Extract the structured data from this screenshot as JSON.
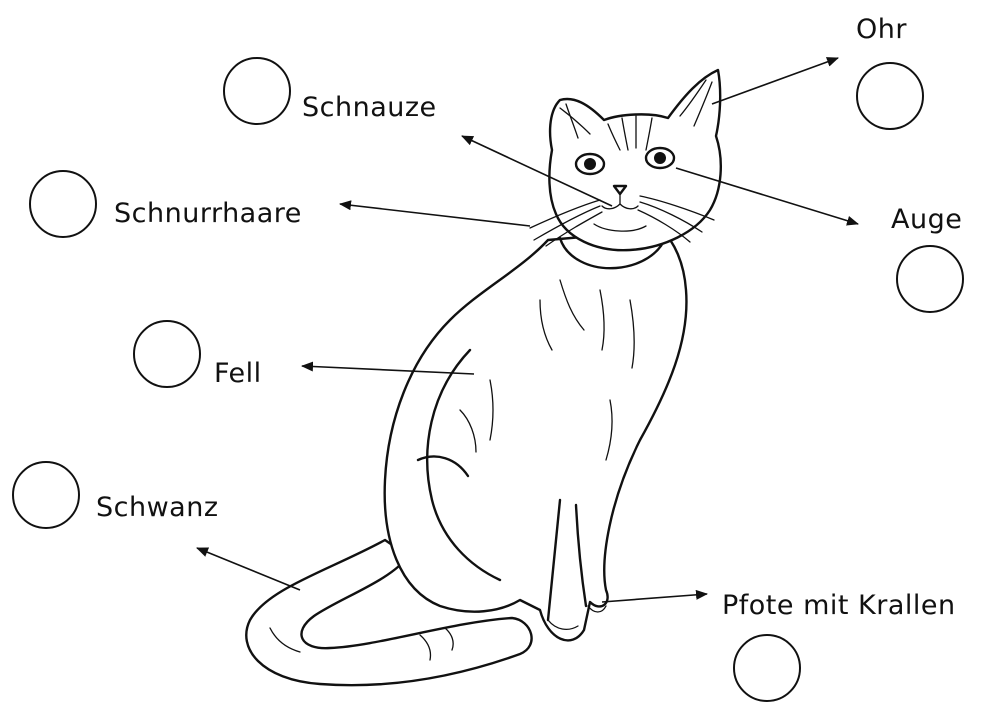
{
  "labels": {
    "ohr": "Ohr",
    "schnauze": "Schnauze",
    "auge": "Auge",
    "schnurrhaare": "Schnurrhaare",
    "fell": "Fell",
    "schwanz": "Schwanz",
    "pfote": "Pfote mit Krallen"
  },
  "colors": {
    "ink": "#111111",
    "paper": "#ffffff"
  }
}
